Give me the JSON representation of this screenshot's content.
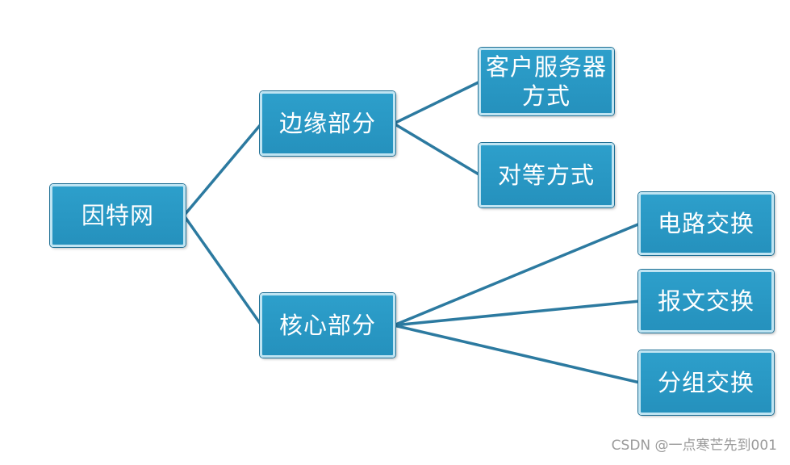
{
  "diagram": {
    "colors": {
      "node_fill": "#2d9fcb",
      "node_border": "#bfe4f2",
      "connector": "#2c7aa0",
      "text": "#ffffff"
    },
    "nodes": {
      "root": {
        "label": "因特网"
      },
      "edge_part": {
        "label": "边缘部分"
      },
      "core_part": {
        "label": "核心部分"
      },
      "client_server": {
        "label": "客户服务器\n方式"
      },
      "peer_to_peer": {
        "label": "对等方式"
      },
      "circuit_switching": {
        "label": "电路交换"
      },
      "message_switching": {
        "label": "报文交换"
      },
      "packet_switching": {
        "label": "分组交换"
      }
    },
    "edges": [
      {
        "from": "root",
        "to": "edge_part"
      },
      {
        "from": "root",
        "to": "core_part"
      },
      {
        "from": "edge_part",
        "to": "client_server"
      },
      {
        "from": "edge_part",
        "to": "peer_to_peer"
      },
      {
        "from": "core_part",
        "to": "circuit_switching"
      },
      {
        "from": "core_part",
        "to": "message_switching"
      },
      {
        "from": "core_part",
        "to": "packet_switching"
      }
    ]
  },
  "watermark": "CSDN @一点寒芒先到001"
}
